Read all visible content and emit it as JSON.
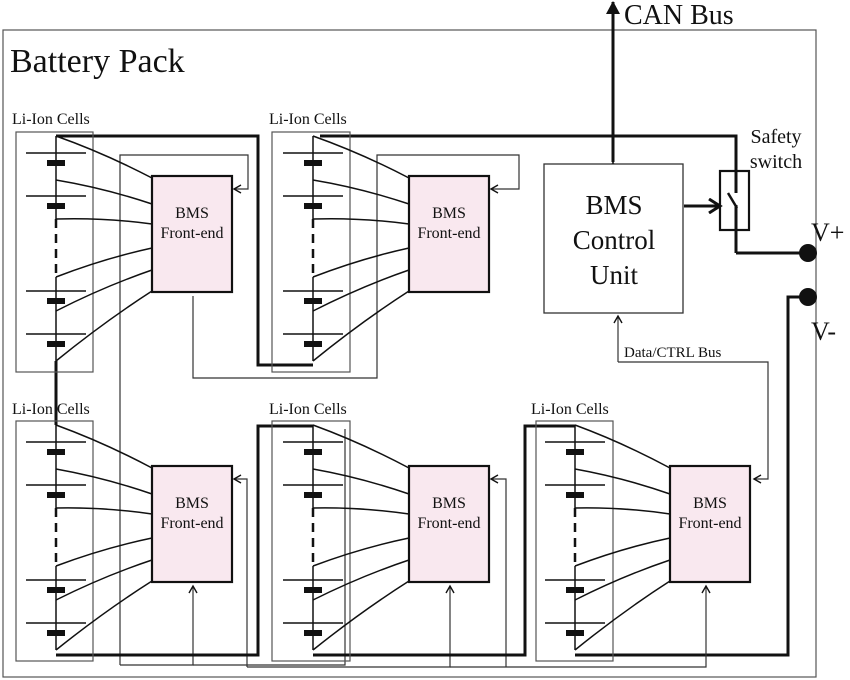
{
  "title": "Battery Pack",
  "external": {
    "can_bus": "CAN Bus",
    "v_plus": "V+",
    "v_minus": "V-"
  },
  "control_unit": {
    "lines": [
      "BMS",
      "Control",
      "Unit"
    ]
  },
  "safety_switch": {
    "lines": [
      "Safety",
      "switch"
    ]
  },
  "data_bus_label": "Data/CTRL Bus",
  "modules": [
    {
      "id": "top-left",
      "cells_label": "Li-Ion Cells",
      "fe_lines": [
        "BMS",
        "Front-end"
      ]
    },
    {
      "id": "top-middle",
      "cells_label": "Li-Ion Cells",
      "fe_lines": [
        "BMS",
        "Front-end"
      ]
    },
    {
      "id": "bottom-left",
      "cells_label": "Li-Ion Cells",
      "fe_lines": [
        "BMS",
        "Front-end"
      ]
    },
    {
      "id": "bottom-middle",
      "cells_label": "Li-Ion Cells",
      "fe_lines": [
        "BMS",
        "Front-end"
      ]
    },
    {
      "id": "bottom-right",
      "cells_label": "Li-Ion Cells",
      "fe_lines": [
        "BMS",
        "Front-end"
      ]
    }
  ],
  "colors": {
    "front_end_fill": "#f9e8ef",
    "line": "#111111"
  }
}
